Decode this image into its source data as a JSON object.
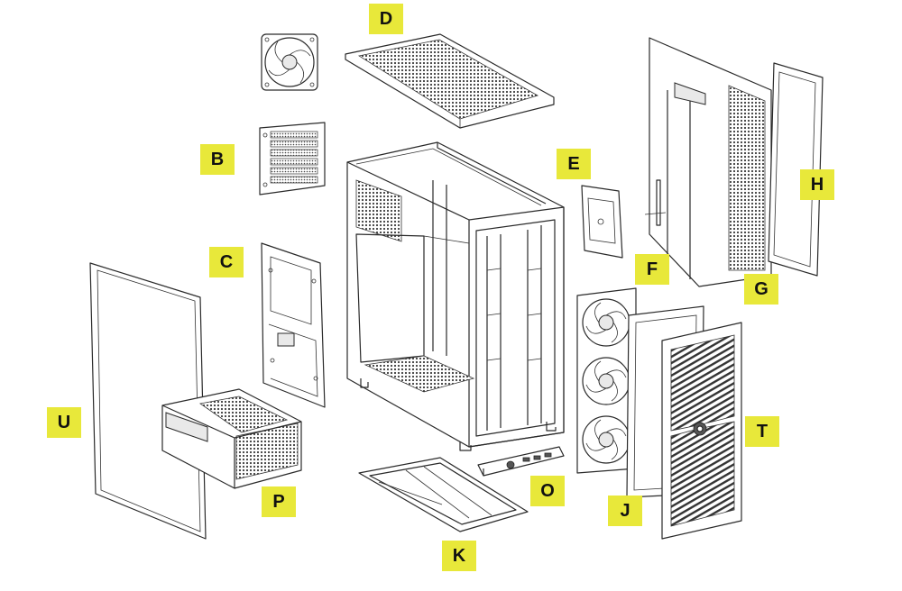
{
  "colors": {
    "label_bg": "#e8e83a",
    "line": "#2a2a2a",
    "mesh": "url-free-pattern"
  },
  "labels": {
    "D": "D",
    "B": "B",
    "C": "C",
    "E": "E",
    "F": "F",
    "G": "G",
    "H": "H",
    "U": "U",
    "P": "P",
    "K": "K",
    "O": "O",
    "J": "J",
    "T": "T"
  }
}
